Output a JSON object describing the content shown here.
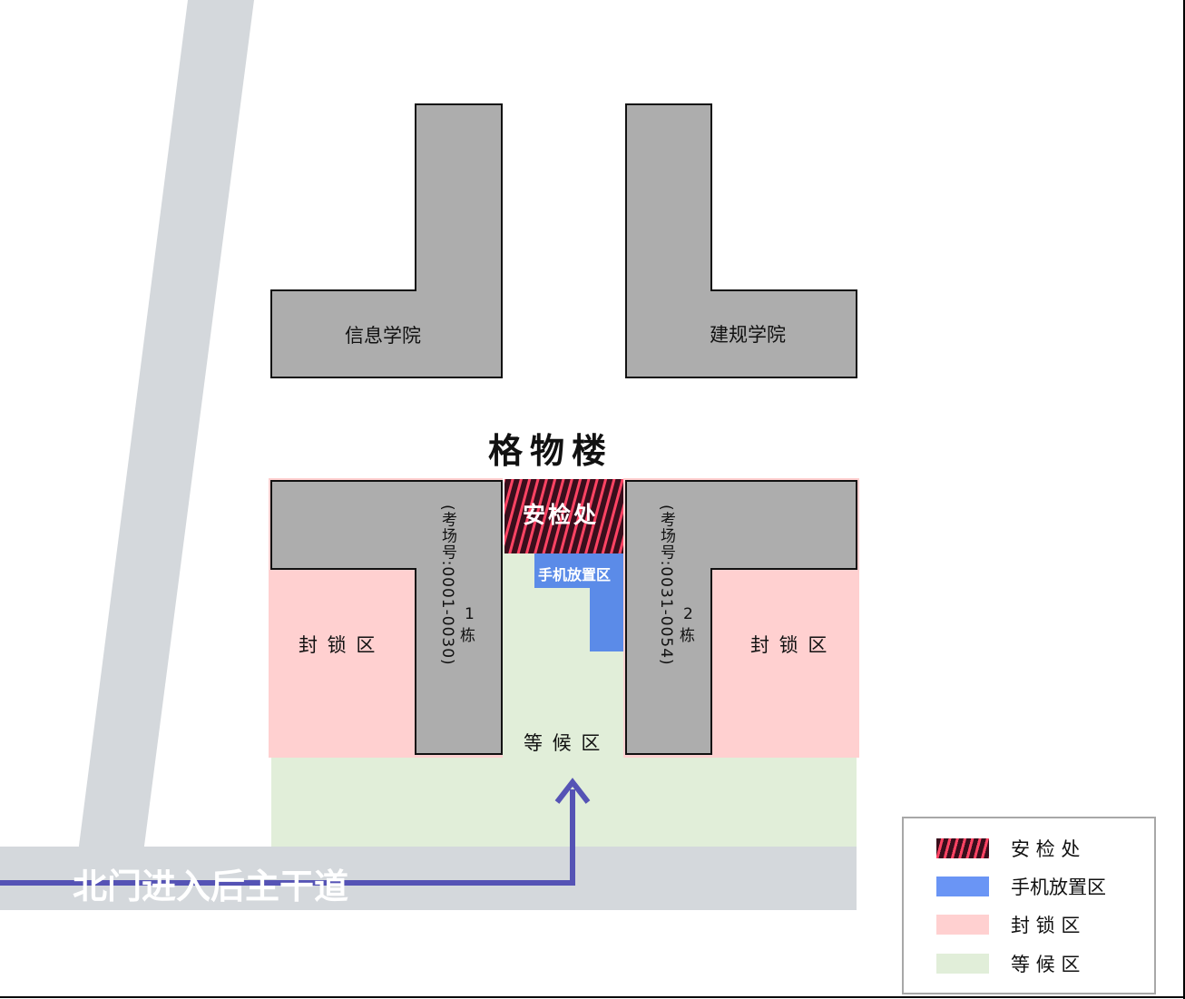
{
  "title": "格物楼",
  "buildings": {
    "north_left": {
      "label": "信息学院"
    },
    "north_right": {
      "label": "建规学院"
    },
    "wing_1": {
      "name": "1栋",
      "number": "1",
      "unit": "栋",
      "rooms": "(考场号:0001-0030)"
    },
    "wing_2": {
      "name": "2栋",
      "number": "2",
      "unit": "栋",
      "rooms": "(考场号:0031-0054)"
    }
  },
  "zones": {
    "security": {
      "label": "安检处",
      "color_dark": "#3a0e1c",
      "color_light": "#ff4363"
    },
    "phone_storage": {
      "label": "手机放置区",
      "color": "#5b8be8"
    },
    "lockdown_left": {
      "label": "封 锁 区",
      "color": "#ffd0d0"
    },
    "lockdown_right": {
      "label": "封 锁 区",
      "color": "#ffd0d0"
    },
    "waiting": {
      "label": "等 候 区",
      "color": "#e1eed9"
    }
  },
  "road": {
    "label": "北门进入后主干道",
    "color": "#d4d8dc"
  },
  "route": {
    "color": "#5553b5"
  },
  "legend": {
    "items": [
      {
        "label": "安 检 处",
        "type": "hatch"
      },
      {
        "label": "手机放置区",
        "color": "#6a95f5"
      },
      {
        "label": "封 锁 区",
        "color": "#ffd0d0"
      },
      {
        "label": "等 候 区",
        "color": "#e1eed9"
      }
    ]
  },
  "colors": {
    "building": "#adadad",
    "outline": "#111111"
  }
}
